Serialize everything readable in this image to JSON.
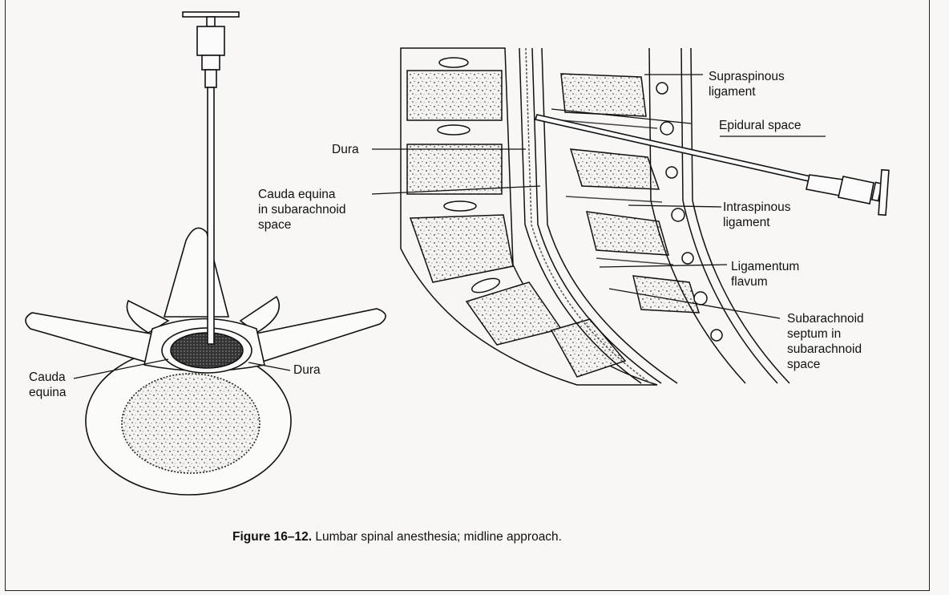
{
  "labels": {
    "supraspinous": "Supraspinous\nligament",
    "epidural": "Epidural space",
    "dura_top": "Dura",
    "cauda_sub": "Cauda equina\nin subarachnoid\nspace",
    "intraspinous": "Intraspinous\nligament",
    "flavum": "Ligamentum\nflavum",
    "septum": "Subarachnoid\nseptum in\nsubarachnoid\nspace",
    "cauda_bottom": "Cauda\nequina",
    "dura_bottom": "Dura"
  },
  "caption": {
    "number": "Figure 16–12.",
    "text": " Lumbar spinal anesthesia; midline approach."
  }
}
